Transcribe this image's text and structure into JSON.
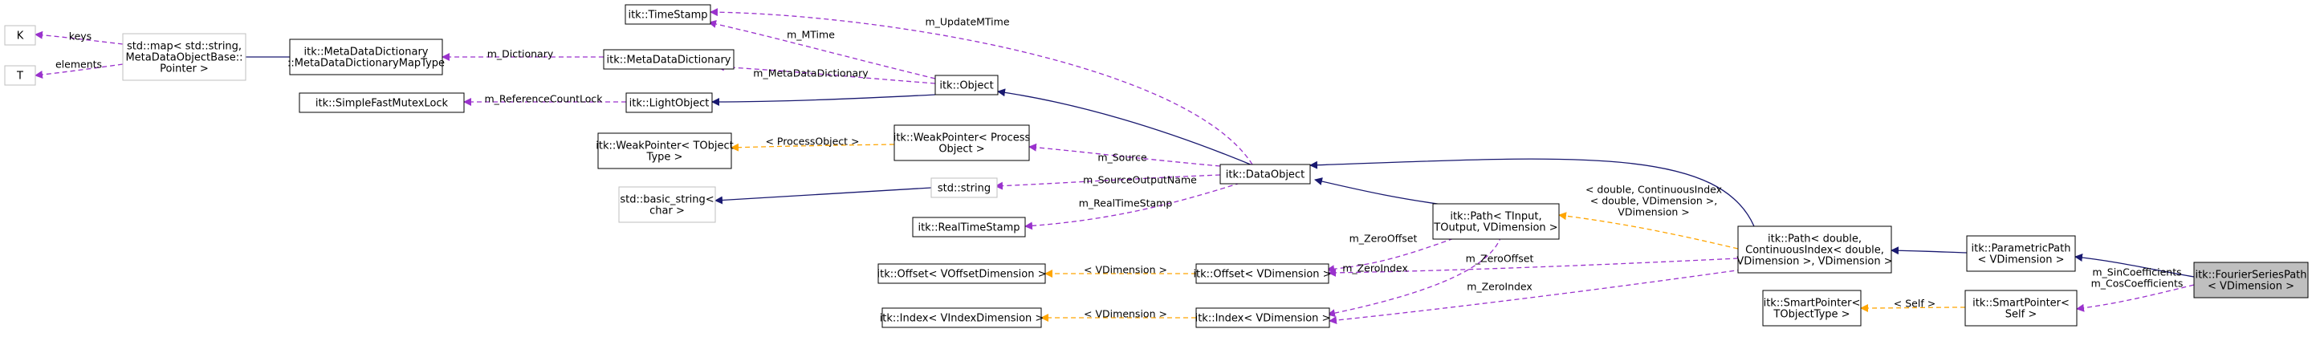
{
  "colors": {
    "inherit": "#191970",
    "usage": "#9a32cd",
    "template": "#ffa500"
  },
  "nodes": {
    "K": [
      "K"
    ],
    "T": [
      "T"
    ],
    "map": [
      "std::map< std::string,",
      "MetaDataObjectBase::",
      "Pointer >"
    ],
    "mddmt": [
      "itk::MetaDataDictionary",
      "::MetaDataDictionaryMapType"
    ],
    "timestamp": [
      "itk::TimeStamp"
    ],
    "mdd": [
      "itk::MetaDataDictionary"
    ],
    "sfml": [
      "itk::SimpleFastMutexLock"
    ],
    "lightobject": [
      "itk::LightObject"
    ],
    "object": [
      "itk::Object"
    ],
    "wptype": [
      "itk::WeakPointer< TObject",
      "Type >"
    ],
    "wpproc": [
      "itk::WeakPointer< Process",
      "Object >"
    ],
    "basicstr": [
      "std::basic_string<",
      "char >"
    ],
    "stdstring": [
      "std::string"
    ],
    "rts": [
      "itk::RealTimeStamp"
    ],
    "dataobject": [
      "itk::DataObject"
    ],
    "pathT": [
      "itk::Path< TInput,",
      "TOutput, VDimension >"
    ],
    "offsetOD": [
      "itk::Offset< VOffsetDimension >"
    ],
    "offsetVD": [
      "itk::Offset< VDimension >"
    ],
    "indexID": [
      "itk::Index< VIndexDimension >"
    ],
    "indexVD": [
      "itk::Index< VDimension >"
    ],
    "pathD": [
      "itk::Path< double,",
      "ContinuousIndex< double,",
      "VDimension >, VDimension >"
    ],
    "parametric": [
      "itk::ParametricPath",
      "< VDimension >"
    ],
    "spType": [
      "itk::SmartPointer<",
      "TObjectType >"
    ],
    "spSelf": [
      "itk::SmartPointer<",
      "Self >"
    ],
    "fourier": [
      "itk::FourierSeriesPath",
      "< VDimension >"
    ]
  },
  "edge_labels": {
    "keys": [
      "keys"
    ],
    "elements": [
      "elements"
    ],
    "m_Dictionary": [
      "m_Dictionary"
    ],
    "m_MTime": [
      "m_MTime"
    ],
    "m_UpdateMTime": [
      "m_UpdateMTime"
    ],
    "m_MetaDataDictionary": [
      "m_MetaDataDictionary"
    ],
    "m_ReferenceCountLock": [
      "m_ReferenceCountLock"
    ],
    "processObject": [
      "< ProcessObject >"
    ],
    "m_Source": [
      "m_Source"
    ],
    "m_SourceOutputName": [
      "m_SourceOutputName"
    ],
    "m_RealTimeStamp": [
      "m_RealTimeStamp"
    ],
    "pathTemplate": [
      "< double, ContinuousIndex",
      "< double, VDimension >,",
      "VDimension >"
    ],
    "m_ZeroOffset_1": [
      "m_ZeroOffset"
    ],
    "m_ZeroOffset_2": [
      "m_ZeroOffset"
    ],
    "m_ZeroIndex_1": [
      "m_ZeroIndex"
    ],
    "m_ZeroIndex_2": [
      "m_ZeroIndex"
    ],
    "vdim_offset": [
      "< VDimension >"
    ],
    "vdim_index": [
      "< VDimension >"
    ],
    "self": [
      "< Self >"
    ],
    "coefficients": [
      "m_SinCoefficients",
      "m_CosCoefficients"
    ]
  }
}
